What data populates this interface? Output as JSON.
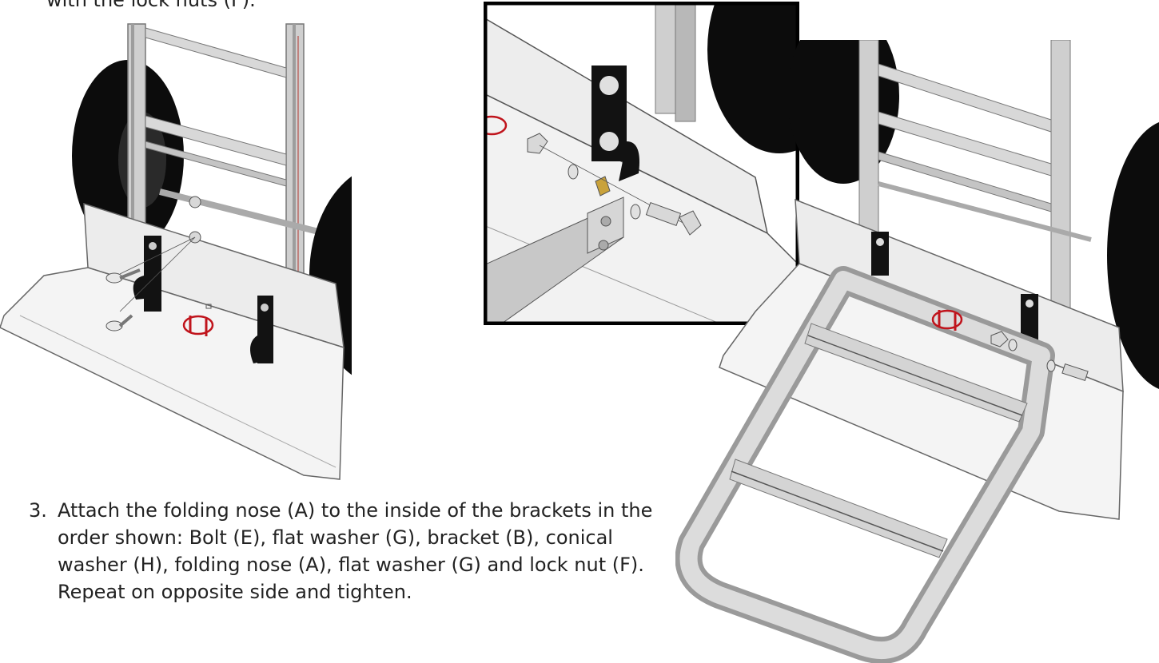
{
  "instructions": {
    "prev_tail": "with the lock nuts (F).",
    "step": {
      "number": "3.",
      "text": "Attach the folding nose (A) to the inside of the brackets in the order shown: Bolt (E), flat washer (G), bracket (B), conical washer (H), folding nose (A), flat washer (G) and lock nut (F). Repeat on opposite side and tighten."
    }
  },
  "colors": {
    "tire": "#0c0c0c",
    "frame": "#cfcfcf",
    "frame_dark": "#8f8f8f",
    "plate": "#f2f2f2",
    "bracket": "#121212",
    "logo": "#c0141c",
    "inset_border": "#000000"
  }
}
